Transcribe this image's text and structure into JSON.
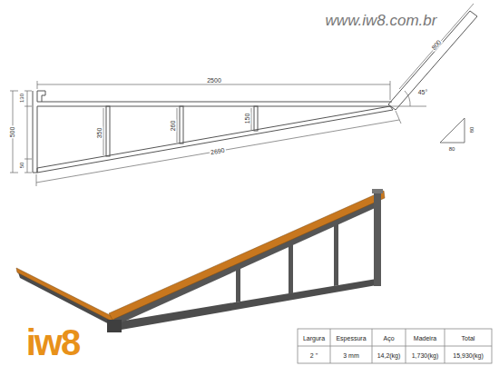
{
  "diagram": {
    "labels": [
      "www.iw8.com.br",
      "2500",
      "130",
      "500",
      "50",
      "350",
      "260",
      "150",
      "2690",
      "800",
      "45°",
      "80",
      "80",
      "Largura",
      "Espessura",
      "Aço",
      "Madeira",
      "Total",
      "2 \"",
      "3 mm",
      "14,2(kg)",
      "1,730(kg)",
      "15,930(kg)",
      "iw8"
    ]
  }
}
